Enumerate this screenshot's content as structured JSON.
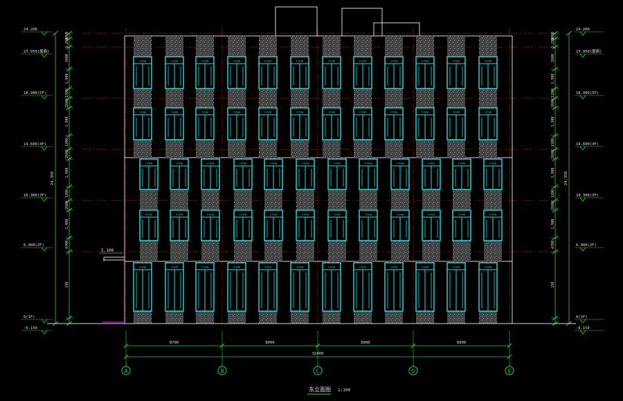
{
  "colors": {
    "background": "#000000",
    "outline": "#d8d8d8",
    "window": "#19e6e6",
    "dimension": "#2ed12e",
    "axis_line": "#c02020",
    "grid_bubble": "#20d24a",
    "text": "#e0e0e0",
    "leader": "#c000c0"
  },
  "elevations_left": [
    {
      "value": "24.200",
      "label": ""
    },
    {
      "value": "23.950",
      "label": "(屋面)"
    },
    {
      "value": "18.900",
      "label": "(5F)"
    },
    {
      "value": "14.600",
      "label": "(4F)"
    },
    {
      "value": "10.300",
      "label": "(3F)"
    },
    {
      "value": "6.000",
      "label": "(2F)"
    },
    {
      "value": "0",
      "label": "(1F)"
    },
    {
      "value": "-0.150",
      "label": ""
    }
  ],
  "elevations_right": [
    {
      "value": "24.200",
      "label": ""
    },
    {
      "value": "23.950",
      "label": "(屋面)"
    },
    {
      "value": "18.900",
      "label": "(5F)"
    },
    {
      "value": "14.600",
      "label": "(4F)"
    },
    {
      "value": "10.300",
      "label": "(3F)"
    },
    {
      "value": "6.000",
      "label": "(2F)"
    },
    {
      "value": "0",
      "label": "(1F)"
    },
    {
      "value": "-0.150",
      "label": ""
    }
  ],
  "dim_chain_left": [
    "1050",
    "1,250",
    "2600",
    "1,900",
    "1200",
    "2600",
    "1,900",
    "1200",
    "2600",
    "1,900",
    "1200",
    "2600",
    "1,900",
    "4700",
    "150"
  ],
  "dim_chain_right": [
    "1050",
    "1,250",
    "2600",
    "1,900",
    "1200",
    "2600",
    "1,900",
    "1200",
    "2600",
    "1,900",
    "1200",
    "2600",
    "1,900",
    "4700",
    "150"
  ],
  "overall_height_left": "24,350",
  "overall_height_right": "24,350",
  "canopy_level": "5.100",
  "bay_dims": [
    "8700",
    "8000",
    "8000",
    "8000"
  ],
  "total_width": "32400",
  "grid_axes": [
    "A",
    "B",
    "C",
    "D",
    "E"
  ],
  "title": "东立面图",
  "scale": "1:100",
  "window_tags": [
    "C1530",
    "C1526",
    "C1530"
  ]
}
